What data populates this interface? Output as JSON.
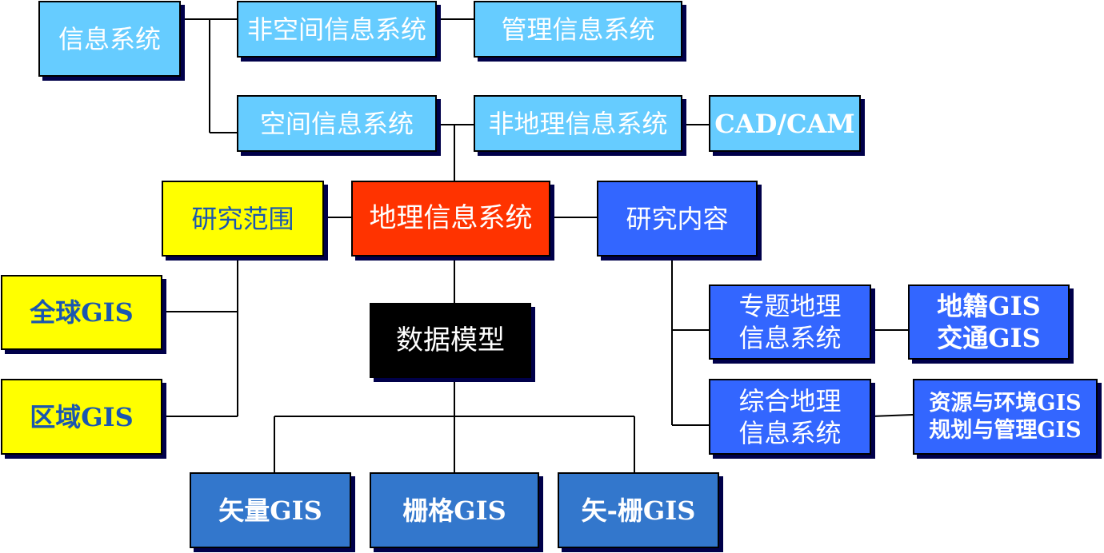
{
  "diagram": {
    "nodes": {
      "info_system": "信息系统",
      "non_spatial": "非空间信息系统",
      "management": "管理信息系统",
      "spatial": "空间信息系统",
      "non_geographic": "非地理信息系统",
      "cad_cam": "CAD/CAM",
      "research_scope": "研究范围",
      "gis": "地理信息系统",
      "research_content": "研究内容",
      "global_gis": "全球GIS",
      "regional_gis": "区域GIS",
      "data_model": "数据模型",
      "thematic_l1": "专题地理",
      "thematic_l2": "信息系统",
      "cadastral_gis": "地籍GIS",
      "traffic_gis": "交通GIS",
      "integrated_l1": "综合地理",
      "integrated_l2": "信息系统",
      "resource_env_gis": "资源与环境GIS",
      "planning_mgmt_gis": "规划与管理GIS",
      "vector_gis": "矢量GIS",
      "raster_gis": "栅格GIS",
      "vector_raster_gis": "矢-栅GIS"
    },
    "colors": {
      "light_blue": "#66ccff",
      "blue": "#3366ff",
      "mid_blue": "#3377cc",
      "yellow": "#ffff00",
      "red": "#ff3300",
      "black": "#000000",
      "connector": "#000000"
    }
  }
}
